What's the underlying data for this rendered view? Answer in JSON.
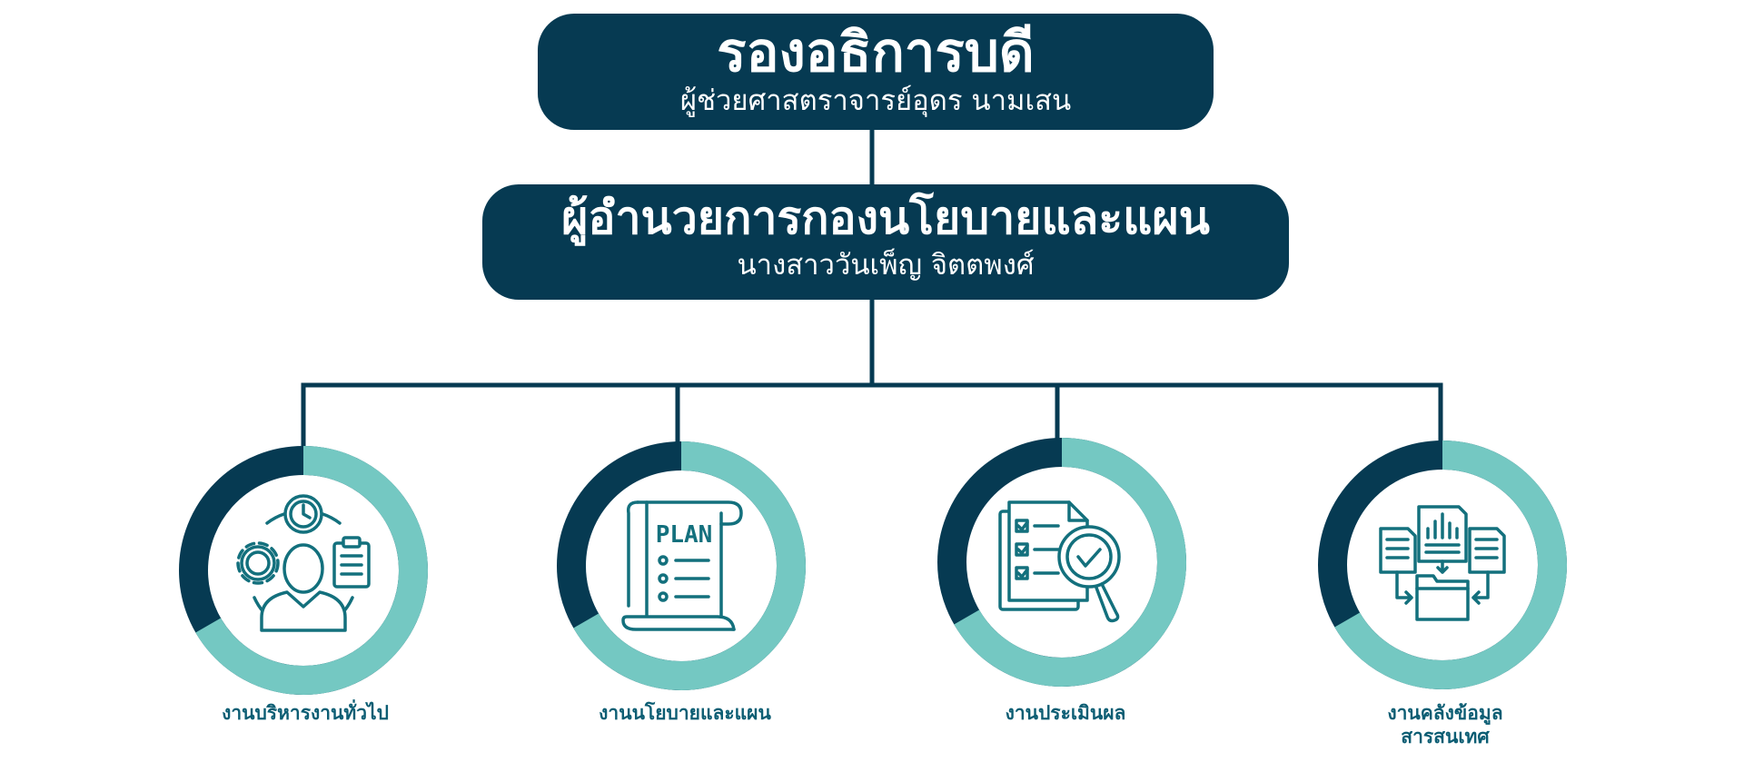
{
  "colors": {
    "navy": "#063a52",
    "teal": "#74c8c2",
    "icon": "#13707d",
    "label": "#0b5d73",
    "background": "#ffffff"
  },
  "top_box": {
    "title": "รองอธิการบดี",
    "name": "ผู้ช่วยศาสตราจารย์อุดร นามเสน"
  },
  "mid_box": {
    "title": "ผู้อำนวยการกองนโยบายและแผน",
    "name": "นางสาววันเพ็ญ จิตตพงศ์"
  },
  "departments": [
    {
      "label": "งานบริหารงานทั่วไป",
      "label_line2": "",
      "icon": "person-gear-clock-clipboard-icon"
    },
    {
      "label": "งานนโยบายและแผน",
      "label_line2": "",
      "icon": "plan-scroll-icon",
      "icon_text": "PLAN"
    },
    {
      "label": "งานประเมินผล",
      "label_line2": "",
      "icon": "checklist-magnifier-icon"
    },
    {
      "label": "งานคลังข้อมูล",
      "label_line2": "สารสนเทศ",
      "icon": "documents-to-folder-icon"
    }
  ]
}
